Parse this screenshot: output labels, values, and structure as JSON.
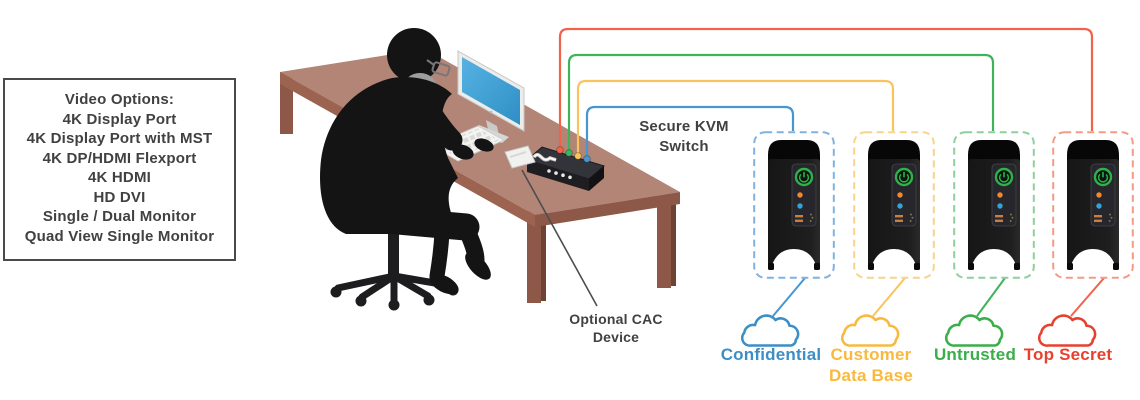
{
  "video_options": {
    "title": "Video Options:",
    "items": [
      "4K Display Port",
      "4K Display Port with MST",
      "4K DP/HDMI Flexport",
      "4K HDMI",
      "HD DVI",
      "Single / Dual Monitor",
      "Quad View Single Monitor"
    ]
  },
  "labels": {
    "kvm_switch": "Secure KVM Switch",
    "cac_device": "Optional CAC Device"
  },
  "channels": [
    {
      "name": "Confidential",
      "color": "#3b8ec6",
      "line_color": "#4795d1",
      "box_color": "#7fb2e0"
    },
    {
      "name": "Customer Data Base",
      "color": "#f9b93f",
      "line_color": "#f9c35d",
      "box_color": "#f8d48a"
    },
    {
      "name": "Untrusted",
      "color": "#3aae49",
      "line_color": "#3eb35c",
      "box_color": "#8fce9f"
    },
    {
      "name": "Top Secret",
      "color": "#e8402e",
      "line_color": "#f0634a",
      "box_color": "#f49b86"
    }
  ],
  "palette": {
    "text": "#414042",
    "desk_top": "#b28577",
    "desk_side": "#9c6450",
    "desk_leg": "#8d5847",
    "monitor_screen": "#45a3d9",
    "silhouette": "#141414",
    "power_button_green": "#2fb14b"
  }
}
